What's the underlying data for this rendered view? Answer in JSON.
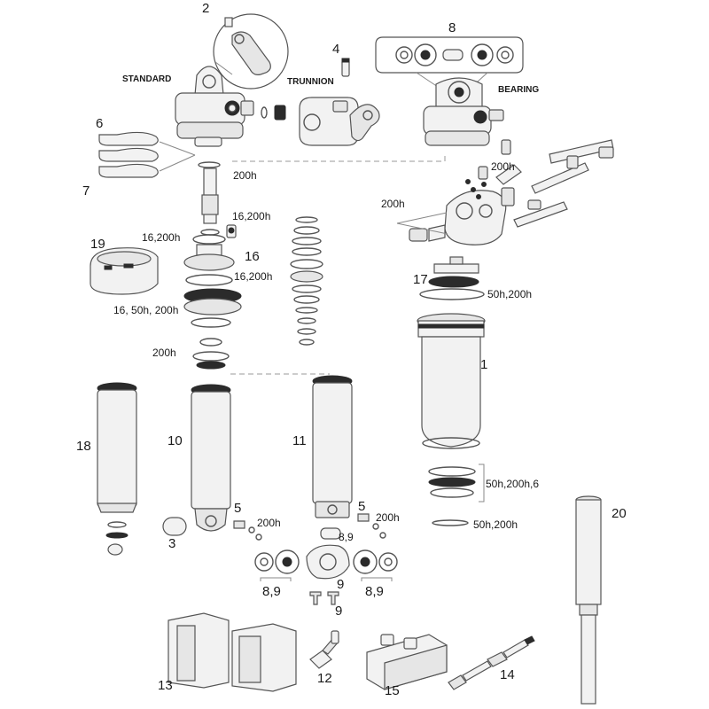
{
  "labels": {
    "standard": "STANDARD",
    "trunnion": "TRUNNION",
    "bearing": "BEARING",
    "n1": "1",
    "n2": "2",
    "n3": "3",
    "n4": "4",
    "n5a": "5",
    "n5b": "5",
    "n6": "6",
    "n7": "7",
    "n8": "8",
    "n8_9_mid": "8,9",
    "n8_9_left": "8,9",
    "n8_9_right": "8,9",
    "n9a": "9",
    "n9b": "9",
    "n10": "10",
    "n11": "11",
    "n12": "12",
    "n13": "13",
    "n14": "14",
    "n15": "15",
    "n16": "16",
    "n17": "17",
    "n18": "18",
    "n19": "19",
    "n20": "20",
    "s200h_shaft": "200h",
    "s16_200h_top": "16,200h",
    "s16_200h_left": "16,200h",
    "s16_200h_right": "16,200h",
    "s16_50h_200h": "16, 50h, 200h",
    "s200h_lower": "200h",
    "s200h_reservoir": "200h",
    "s200h_small": "200h",
    "s50h_200h_top": "50h,200h",
    "s50h_200h_6": "50h,200h,6",
    "s50h_200h_bottom": "50h,200h",
    "s200h_valve_left": "200h",
    "s200h_valve_right": "200h"
  }
}
